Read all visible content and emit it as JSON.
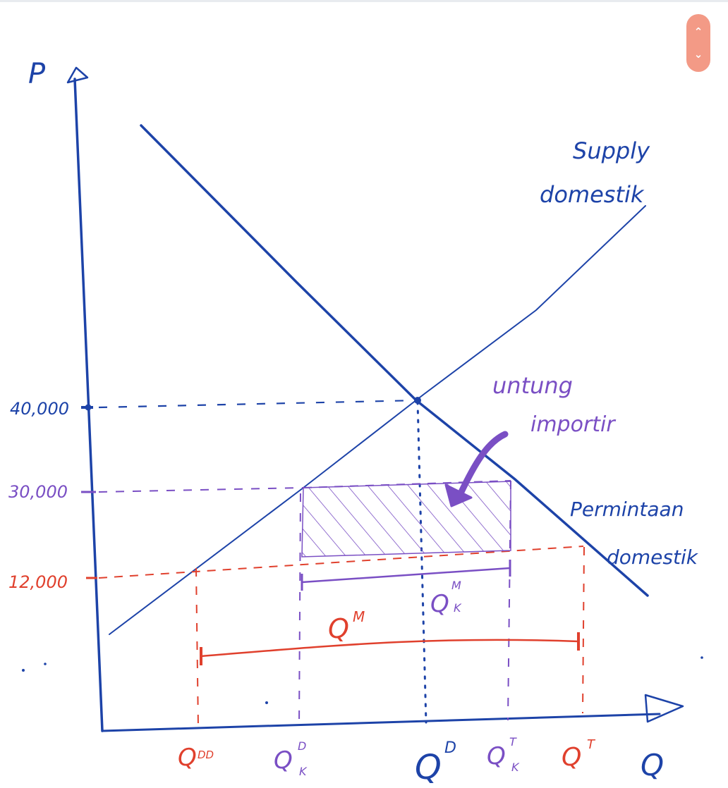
{
  "axes": {
    "y_label": "P",
    "x_label": "Q"
  },
  "curves": {
    "supply_label_line1": "Supply",
    "supply_label_line2": "domestik",
    "demand_label_line1": "Permintaan",
    "demand_label_line2": "domestik"
  },
  "price_labels": {
    "p40000": "40,000",
    "p30000": "30,000",
    "p12000": "12,000"
  },
  "quantity_labels": {
    "q_dd": "Q",
    "q_dd_sup": "DD",
    "q_k_d": "Q",
    "q_k_d_sup": "D",
    "q_k_d_sub": "K",
    "q_d": "Q",
    "q_d_sup": "D",
    "q_k_t": "Q",
    "q_k_t_sup": "T",
    "q_k_t_sub": "K",
    "q_t": "Q",
    "q_t_sup": "T"
  },
  "import_labels": {
    "qm_quota": "Q",
    "qm_quota_sup": "M",
    "qm_quota_sub": "K",
    "qm_free": "Q",
    "qm_free_sup": "M"
  },
  "annotation": {
    "line1": "untung",
    "line2": "importir"
  },
  "colors": {
    "blue": "#1d43a8",
    "purple": "#7a4fc4",
    "red": "#e0402d",
    "widget": "#f39a86"
  },
  "icons": {
    "scroll_up": "chevron-up-icon",
    "scroll_down": "chevron-down-icon"
  }
}
